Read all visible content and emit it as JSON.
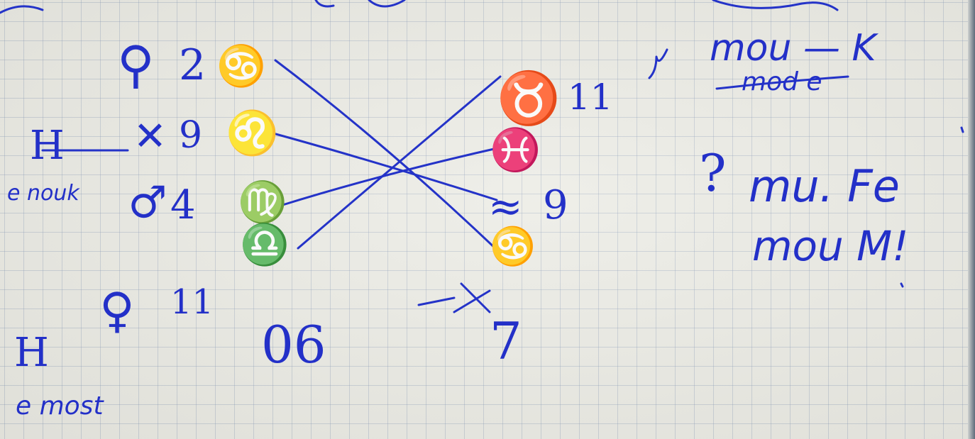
{
  "notes": {
    "top_left": {
      "glyph_a": "⚲",
      "num": "2",
      "glyph_b": "♋"
    },
    "row2": {
      "left_mark": "H",
      "glyph_a": "✕",
      "num": "9",
      "glyph_b": "♌"
    },
    "row3": {
      "left_word": "e nouk",
      "glyph_a": "♂",
      "num": "4",
      "glyph_b": "♍"
    },
    "row4": {
      "glyph": "♎"
    },
    "row5": {
      "glyph": "♀",
      "num": "11",
      "num2": "06",
      "tail": "7"
    },
    "bottom_left": {
      "upper": "H",
      "lower": "e most"
    },
    "right_col": {
      "g1": "♉",
      "n1": "11",
      "g2": "♓",
      "g3": "≈",
      "n3": "9",
      "g4": "♋",
      "top_word": "mou — K",
      "top_word2": "mod e",
      "q": "?",
      "w1": "mu. Fe",
      "w2": "mou M!"
    }
  }
}
